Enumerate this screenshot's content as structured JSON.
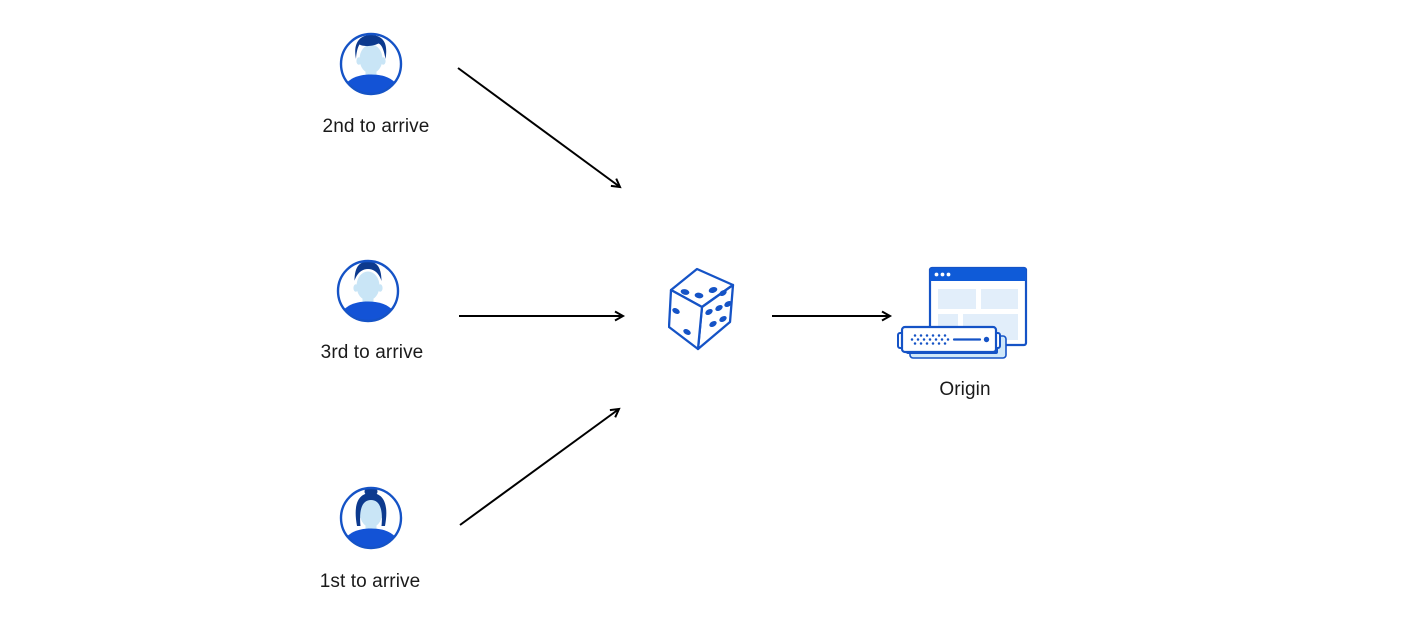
{
  "diagram": {
    "type": "flow-diagram",
    "visitors": [
      {
        "label": "2nd to arrive",
        "icon": "man-swept-hair-avatar-icon"
      },
      {
        "label": "3rd to arrive",
        "icon": "man-short-hair-avatar-icon"
      },
      {
        "label": "1st to arrive",
        "icon": "woman-bun-avatar-icon"
      }
    ],
    "router": {
      "icon": "dice-icon"
    },
    "origin": {
      "label": "Origin",
      "icon": "origin-server-browser-icon"
    },
    "colors": {
      "icon_blue": "#1553c6",
      "titlebar_blue": "#0f5bd8",
      "hair_navy": "#0d3a8e",
      "skin_blue": "#c9e5f6",
      "shirt_blue": "#1353d6",
      "panel_blue": "#e2eefa",
      "server_base_blue": "#cfe7f9",
      "arrow_black": "#000000",
      "text_color": "#1a1a1a",
      "background": "#ffffff"
    }
  }
}
